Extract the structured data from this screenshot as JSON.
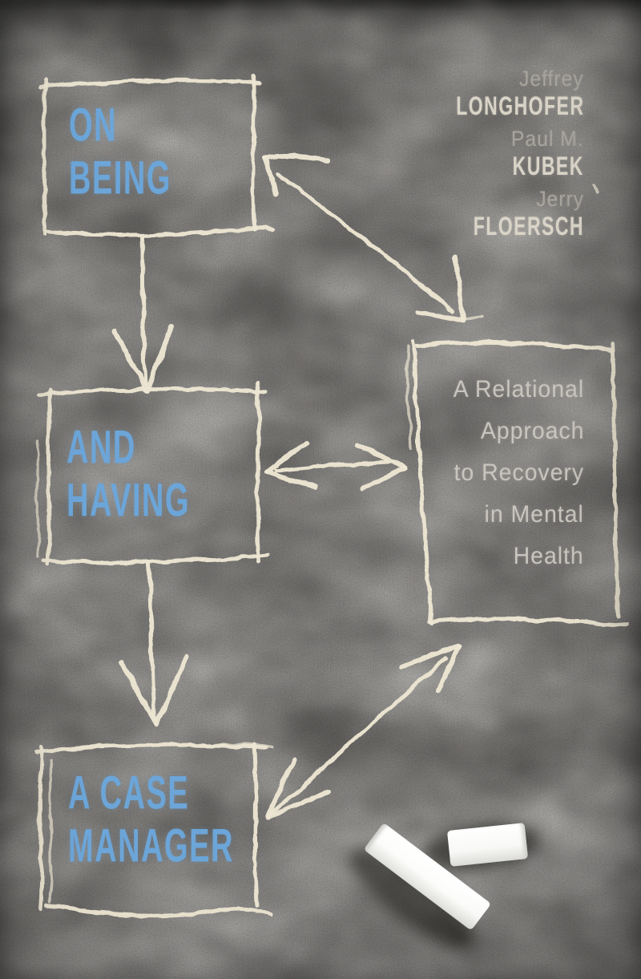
{
  "book_cover": {
    "board_color": "#474543",
    "chalk_color": "#EDE6D2",
    "title_color": "#6CA5D8",
    "title_boxes": [
      {
        "name": "on-being",
        "lines": [
          "ON",
          "BEING"
        ]
      },
      {
        "name": "and-having",
        "lines": [
          "AND",
          "HAVING"
        ]
      },
      {
        "name": "a-case-manager",
        "lines": [
          "A CASE",
          "MANAGER"
        ]
      }
    ],
    "subtitle": {
      "color": "#C9C5BE",
      "lines": [
        "A Relational",
        "Approach",
        "to Recovery",
        "in Mental",
        "Health"
      ]
    },
    "authors": [
      {
        "first_name": "Jeffrey",
        "last_name": "LONGHOFER"
      },
      {
        "first_name": "Paul M.",
        "last_name": "KUBEK"
      },
      {
        "first_name": "Jerry",
        "last_name": "FLOERSCH"
      }
    ],
    "author_first_color": "#A8A49D",
    "author_last_color": "#D9D4C7",
    "chalk_sticks_count": "2"
  }
}
